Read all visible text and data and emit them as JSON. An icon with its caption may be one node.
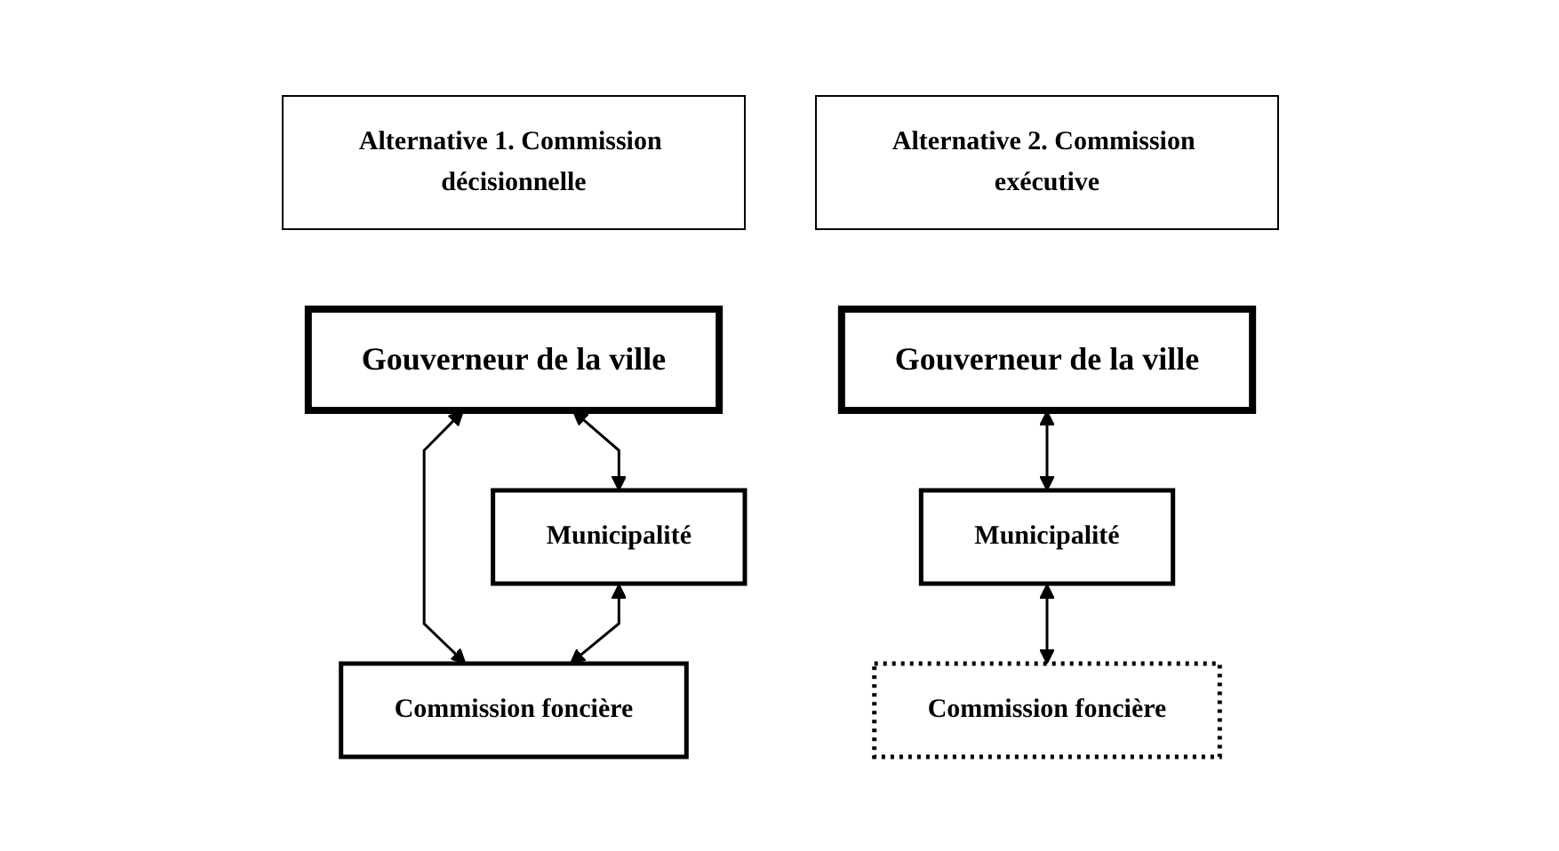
{
  "diagram": {
    "nodes": [
      {
        "text": [
          "Alternative 1. Commission décisionnelle"
        ]
      },
      {
        "text": [
          "Gouverneur de la ville"
        ]
      },
      {
        "text": [
          "Municipalité"
        ]
      },
      {
        "text": [
          "Commission foncière"
        ]
      },
      {
        "text": [
          "Alternative 2. Commission exécutive"
        ]
      },
      {
        "text": [
          "Gouverneur de la ville"
        ]
      },
      {
        "text": [
          "Municipalité"
        ]
      },
      {
        "text": [
          "Commission foncière"
        ]
      }
    ],
    "edges": [
      {
        "from": 1,
        "to": 2,
        "arrow": "both"
      },
      {
        "from": 1,
        "to": 3,
        "arrow": "both"
      },
      {
        "from": 2,
        "to": 3,
        "arrow": "both"
      },
      {
        "from": 5,
        "to": 6,
        "arrow": "both"
      },
      {
        "from": 6,
        "to": 7,
        "arrow": "both"
      }
    ]
  }
}
